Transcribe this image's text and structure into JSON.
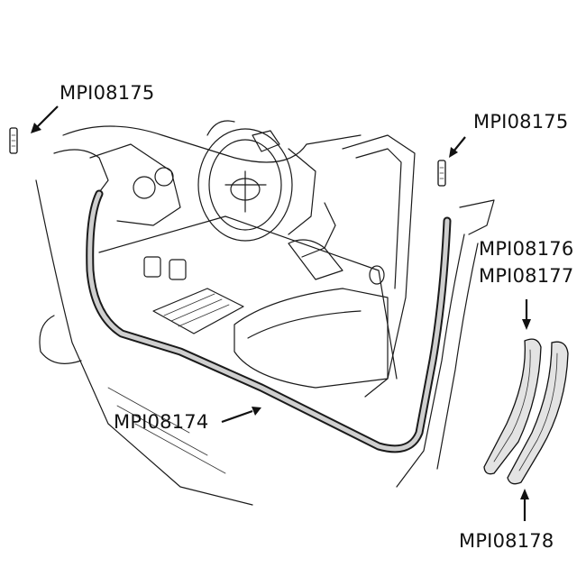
{
  "labels": {
    "clip_left": "MPI08175",
    "clip_right": "MPI08175",
    "seal_upper_a": "MPI08176",
    "seal_upper_b": "MPI08177",
    "sill_seal": "MPI08174",
    "seal_lower": "MPI08178"
  },
  "colors": {
    "ink": "#1a1a1a",
    "seal_fill": "#cfcfcf",
    "background": "#ffffff"
  }
}
